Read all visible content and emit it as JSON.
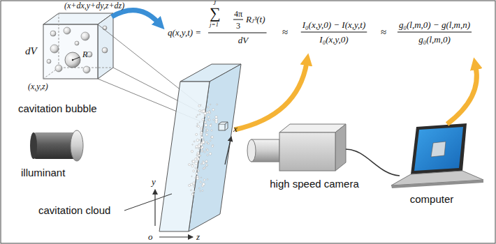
{
  "diagram": {
    "labels": [
      "(x+dx,y+dy,z+dz)",
      "q(x,y,t) =",
      "J",
      "∑",
      "j=1",
      "4π",
      "3",
      "Rⱼ³(t)",
      "dV",
      "≈",
      "I₀(x,y,0) − I(x,y,t)",
      "I₀(x,y,0)",
      "≈",
      "g₀(l,m,0) − g(l,m,n)",
      "g₀(l,m,0)",
      "dV",
      "R",
      "(x,y,z)",
      "cavitation bubble",
      "x",
      "illuminant",
      "y",
      "high speed camera",
      "computer",
      "cavitation cloud",
      "o",
      "z"
    ]
  }
}
